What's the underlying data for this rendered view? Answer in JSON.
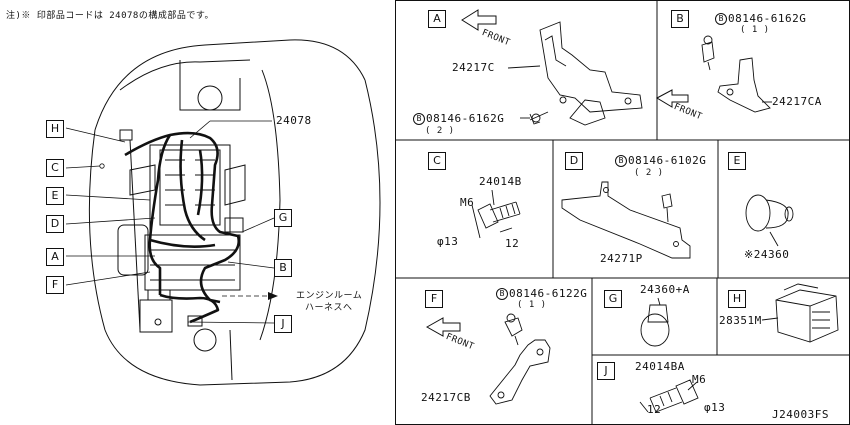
{
  "note": "注)※ 印部品コードは 24078の構成部品です。",
  "main": {
    "part_24078": "24078",
    "engine_room_line1": "エンジンルーム",
    "engine_room_line2": "ハーネスへ",
    "callouts": [
      "H",
      "C",
      "E",
      "D",
      "A",
      "F",
      "G",
      "B",
      "J"
    ]
  },
  "panels": {
    "A": {
      "letter": "A",
      "front": "FRONT",
      "part": "24217C",
      "bolt_mark": "B",
      "bolt": "08146-6162G",
      "qty": "( 2 )"
    },
    "B": {
      "letter": "B",
      "front": "FRONT",
      "part": "24217CA",
      "bolt_mark": "B",
      "bolt": "08146-6162G",
      "qty": "( 1 )"
    },
    "C": {
      "letter": "C",
      "part": "24014B",
      "m": "M6",
      "dia": "φ13",
      "len": "12"
    },
    "D": {
      "letter": "D",
      "part": "24271P",
      "bolt_mark": "B",
      "bolt": "08146-6102G",
      "qty": "( 2 )"
    },
    "E": {
      "letter": "E",
      "part": "※24360"
    },
    "F": {
      "letter": "F",
      "front": "FRONT",
      "part": "24217CB",
      "bolt_mark": "B",
      "bolt": "08146-6122G",
      "qty": "( 1 )"
    },
    "G": {
      "letter": "G",
      "part": "24360+A"
    },
    "H": {
      "letter": "H",
      "part": "28351M"
    },
    "J": {
      "letter": "J",
      "part": "24014BA",
      "m": "M6",
      "dia": "φ13",
      "len": "12"
    }
  },
  "footer_code": "J24003FS"
}
